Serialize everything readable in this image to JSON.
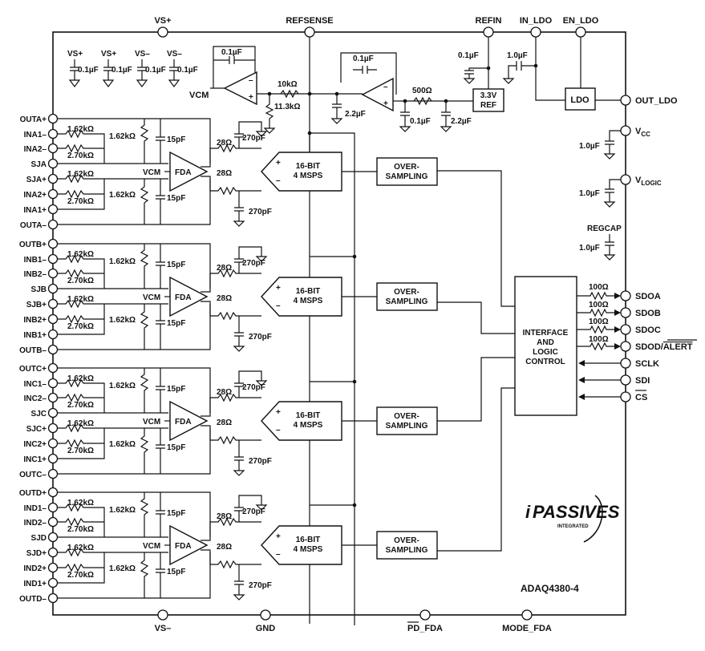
{
  "top_pins": {
    "vs_plus": "VS+",
    "refsense": "REFSENSE",
    "refin": "REFIN",
    "in_ldo": "IN_LDO",
    "en_ldo": "EN_LDO"
  },
  "bottom_pins": {
    "vs_minus": "VS–",
    "gnd": "GND",
    "pd_fda": "PD_FDA",
    "mode_fda": "MODE_FDA"
  },
  "decoupling": [
    {
      "supply": "VS+",
      "cap": "0.1µF"
    },
    {
      "supply": "VS+",
      "cap": "0.1µF"
    },
    {
      "supply": "VS–",
      "cap": "0.1µF"
    },
    {
      "supply": "VS–",
      "cap": "0.1µF"
    }
  ],
  "reference": {
    "vcm": "VCM",
    "c_fb1": "0.1µF",
    "r1": "10kΩ",
    "r2": "11.3kΩ",
    "c1": "2.2µF",
    "c_fb2": "0.1µF",
    "r3": "500Ω",
    "c2": "0.1µF",
    "c3": "2.2µF",
    "refin_cap": "0.1µF",
    "ref_box_line1": "3.3V",
    "ref_box_line2": "REF",
    "in_ldo_cap": "1.0µF",
    "ldo": "LDO"
  },
  "right_pins": {
    "out_ldo": "OUT_LDO",
    "vcc": "V",
    "vcc_sub": "CC",
    "vcc_cap": "1.0µF",
    "vlogic": "V",
    "vlogic_sub": "LOGIC",
    "vlogic_cap": "1.0µF",
    "regcap": "REGCAP",
    "regcap_cap": "1.0µF",
    "sdoa": "SDOA",
    "sdob": "SDOB",
    "sdoc": "SDOC",
    "sdod": "SDOD/",
    "alert": "ALERT",
    "sclk": "SCLK",
    "sdi": "SDI",
    "cs": "CS",
    "r_out": "100Ω"
  },
  "channels": [
    {
      "letter": "A",
      "pins": [
        "OUTA+",
        "INA1–",
        "INA2–",
        "SJA",
        "SJA+",
        "INA2+",
        "INA1+",
        "OUTA–"
      ]
    },
    {
      "letter": "B",
      "pins": [
        "OUTB+",
        "INB1–",
        "INB2–",
        "SJB",
        "SJB+",
        "INB2+",
        "INB1+",
        "OUTB–"
      ]
    },
    {
      "letter": "C",
      "pins": [
        "OUTC+",
        "INC1–",
        "INC2–",
        "SJC",
        "SJC+",
        "INC2+",
        "INC1+",
        "OUTC–"
      ]
    },
    {
      "letter": "D",
      "pins": [
        "OUTD+",
        "IND1–",
        "IND2–",
        "SJD",
        "SJD+",
        "IND2+",
        "IND1+",
        "OUTD–"
      ]
    }
  ],
  "channel_components": {
    "r_in1": "1.62kΩ",
    "r_in2": "2.70kΩ",
    "r_fb": "1.62kΩ",
    "c_fb": "15pF",
    "vcm": "VCM",
    "fda": "FDA",
    "r_out": "28Ω",
    "c_filter": "270pF",
    "adc_line1": "16-BIT",
    "adc_line2": "4 MSPS",
    "os_line1": "OVER-",
    "os_line2": "SAMPLING"
  },
  "logic_block": {
    "line1": "INTERFACE",
    "line2": "AND",
    "line3": "LOGIC",
    "line4": "CONTROL"
  },
  "brand": {
    "logo_i": "i",
    "logo_main": "PASSIVES",
    "logo_sub": "INTEGRATED",
    "part_number": "ADAQ4380-4"
  }
}
